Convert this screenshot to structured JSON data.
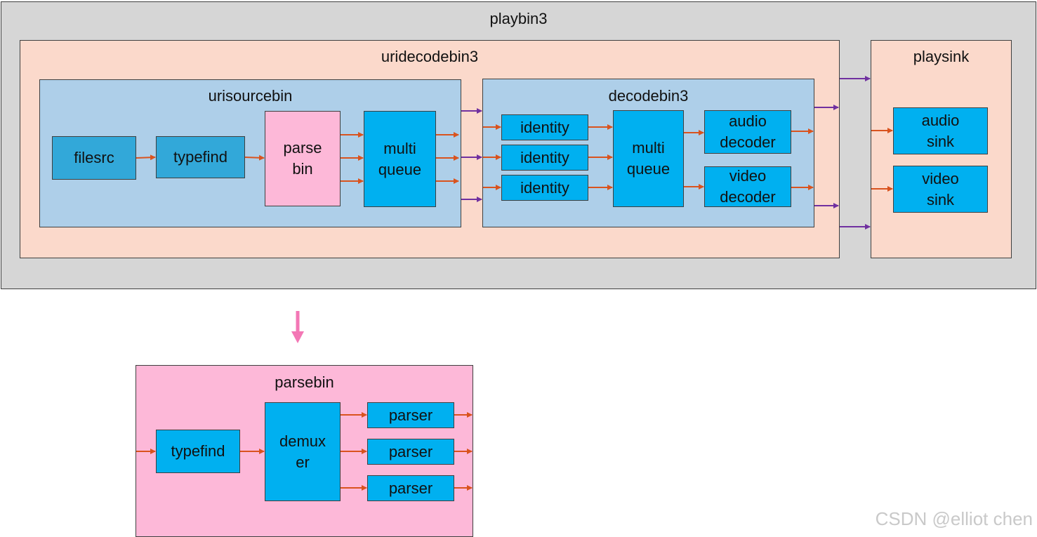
{
  "colors": {
    "playbin_bg": "#d6d6d6",
    "bin_bg": "#fbd9cb",
    "inner_bin_bg": "#aecfe9",
    "element_bg": "#00b0f0",
    "parse_bg": "#fdb8d8",
    "arrow_orange": "#d9531e",
    "arrow_purple": "#7030a0",
    "arrow_pink": "#f377b5"
  },
  "playbin": {
    "title": "playbin3",
    "uridecodebin": {
      "title": "uridecodebin3",
      "urisourcebin": {
        "title": "urisourcebin",
        "filesrc": "filesrc",
        "typefind": "typefind",
        "parsebin": "parse\nbin",
        "multiqueue": "multi\nqueue"
      },
      "decodebin": {
        "title": "decodebin3",
        "identities": [
          "identity",
          "identity",
          "identity"
        ],
        "multiqueue": "multi\nqueue",
        "audio_decoder": "audio\ndecoder",
        "video_decoder": "video\ndecoder"
      }
    },
    "playsink": {
      "title": "playsink",
      "audio_sink": "audio\nsink",
      "video_sink": "video\nsink"
    }
  },
  "parsebin_detail": {
    "title": "parsebin",
    "typefind": "typefind",
    "demuxer": "demux\ner",
    "parsers": [
      "parser",
      "parser",
      "parser"
    ]
  },
  "watermark": "CSDN @elliot chen"
}
